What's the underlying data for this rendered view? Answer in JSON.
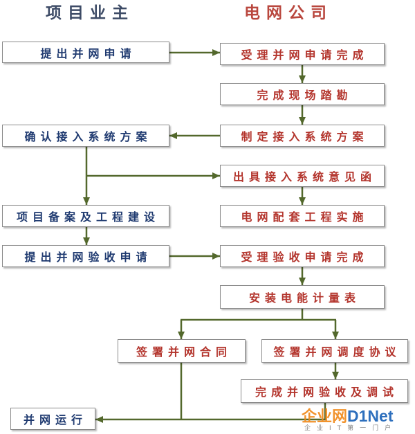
{
  "owner": {
    "title": "项目业主",
    "apply": "提出并网申请",
    "confirm_plan": "确认接入系统方案",
    "filing_construction": "项目备案及工程建设",
    "acceptance_request": "提出并网验收申请",
    "operation": "并网运行"
  },
  "grid": {
    "title": "电网公司",
    "application_accepted": "受理并网申请完成",
    "site_survey": "完成现场踏勘",
    "draft_plan": "制定接入系统方案",
    "opinion_letter": "出具接入系统意见函",
    "supporting_works": "电网配套工程实施",
    "acceptance_accepted": "受理验收申请完成",
    "install_meter": "安装电能计量表",
    "sign_contract": "签署并网合同",
    "sign_dispatch_agreement": "签署并网调度协议",
    "commissioning": "完成并网验收及调试"
  },
  "watermark": {
    "brand_cn": "企业网",
    "brand_en": "D1Net",
    "tagline": "企业IT第一门户"
  },
  "colors": {
    "owner_title": "#3d4b66",
    "grid_title": "#b9473e",
    "owner_text": "#1f3a70",
    "grid_text": "#b3342c",
    "border": "#8a8a8a",
    "connector": "#53682c",
    "brand_cn": "#f08a1c",
    "brand_en": "#1c63b8"
  }
}
